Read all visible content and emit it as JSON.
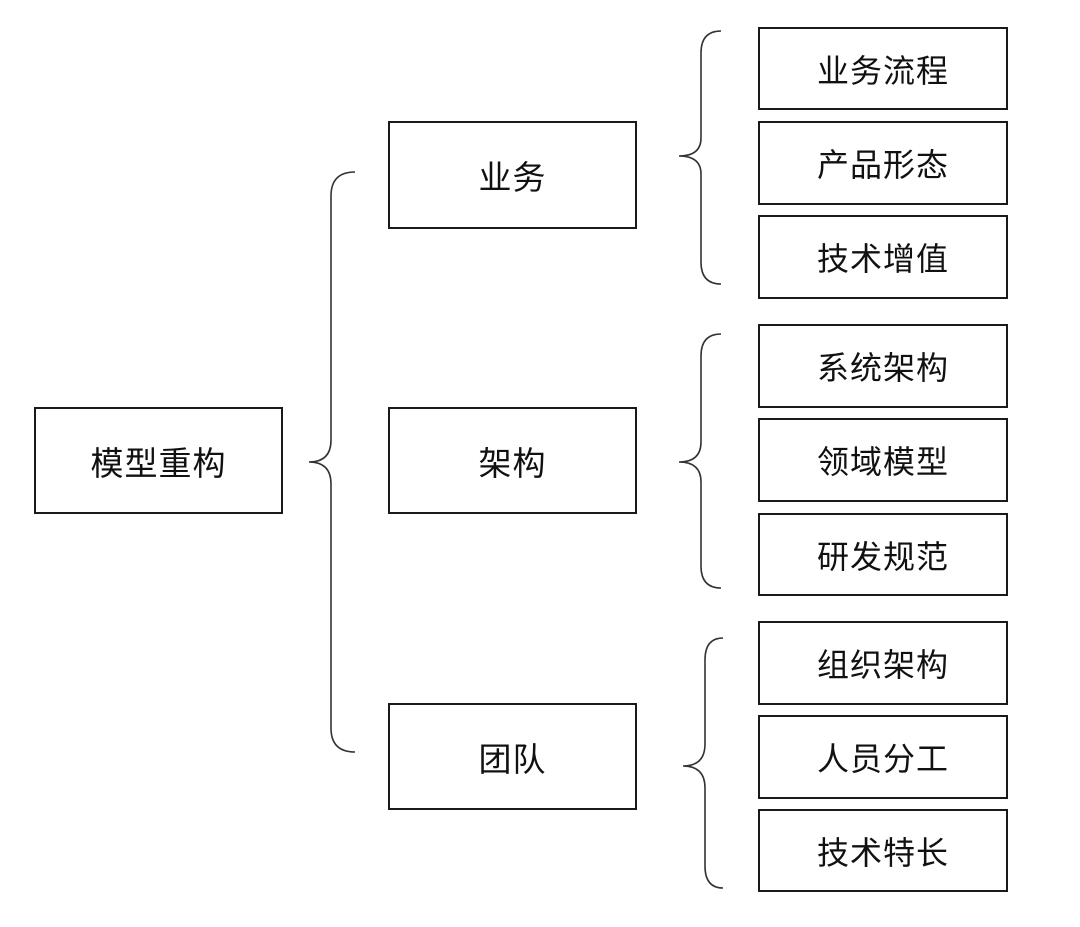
{
  "root": {
    "label": "模型重构"
  },
  "branches": [
    {
      "label": "业务",
      "children": [
        "业务流程",
        "产品形态",
        "技术增值"
      ]
    },
    {
      "label": "架构",
      "children": [
        "系统架构",
        "领域模型",
        "研发规范"
      ]
    },
    {
      "label": "团队",
      "children": [
        "组织架构",
        "人员分工",
        "技术特长"
      ]
    }
  ],
  "colors": {
    "border": "#1a1a1a",
    "bracket": "#333333",
    "text": "#111111"
  }
}
